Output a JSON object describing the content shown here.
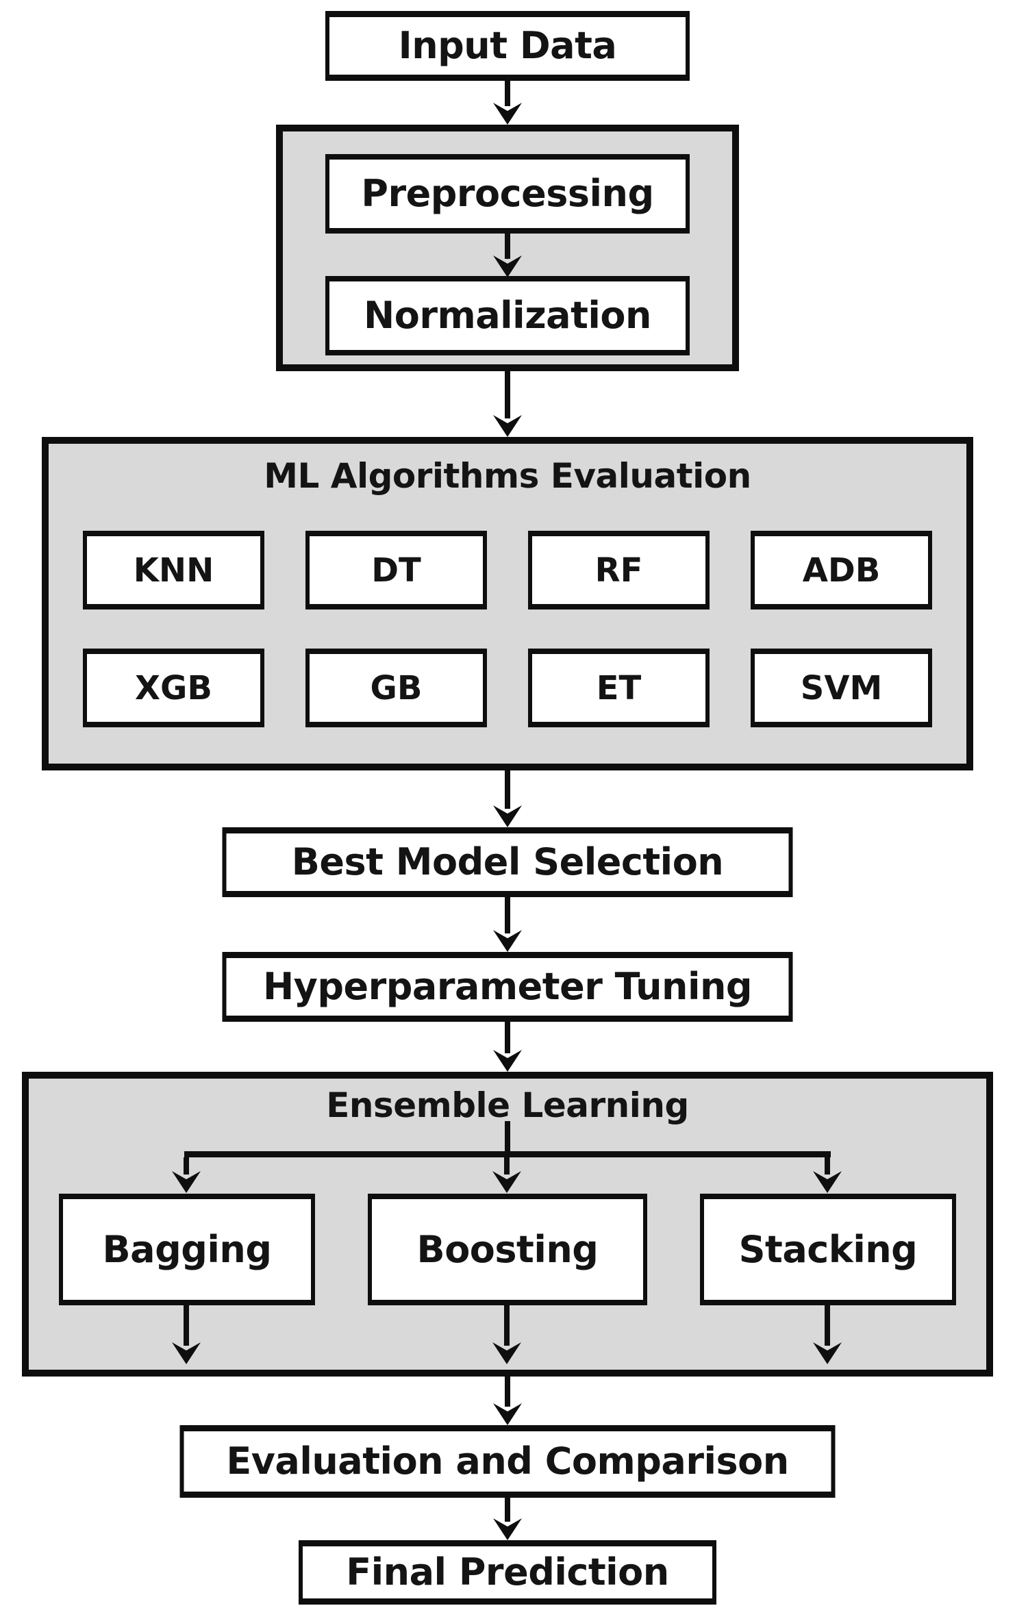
{
  "flowchart": {
    "input_data": "Input Data",
    "preprocessing_group": {
      "steps": [
        "Preprocessing",
        "Normalization"
      ]
    },
    "ml_evaluation": {
      "title": "ML Algorithms Evaluation",
      "algorithms_row1": [
        "KNN",
        "DT",
        "RF",
        "ADB"
      ],
      "algorithms_row2": [
        "XGB",
        "GB",
        "ET",
        "SVM"
      ]
    },
    "best_model_selection": "Best Model Selection",
    "hyperparameter_tuning": "Hyperparameter Tuning",
    "ensemble_learning": {
      "title": "Ensemble Learning",
      "methods": [
        "Bagging",
        "Boosting",
        "Stacking"
      ]
    },
    "evaluation_and_comparison": "Evaluation and Comparison",
    "final_prediction": "Final Prediction"
  },
  "colors": {
    "background": "#ffffff",
    "container_fill": "#d9d9d9",
    "node_fill": "#ffffff",
    "line": "#0e0e0e",
    "text": "#141414"
  }
}
